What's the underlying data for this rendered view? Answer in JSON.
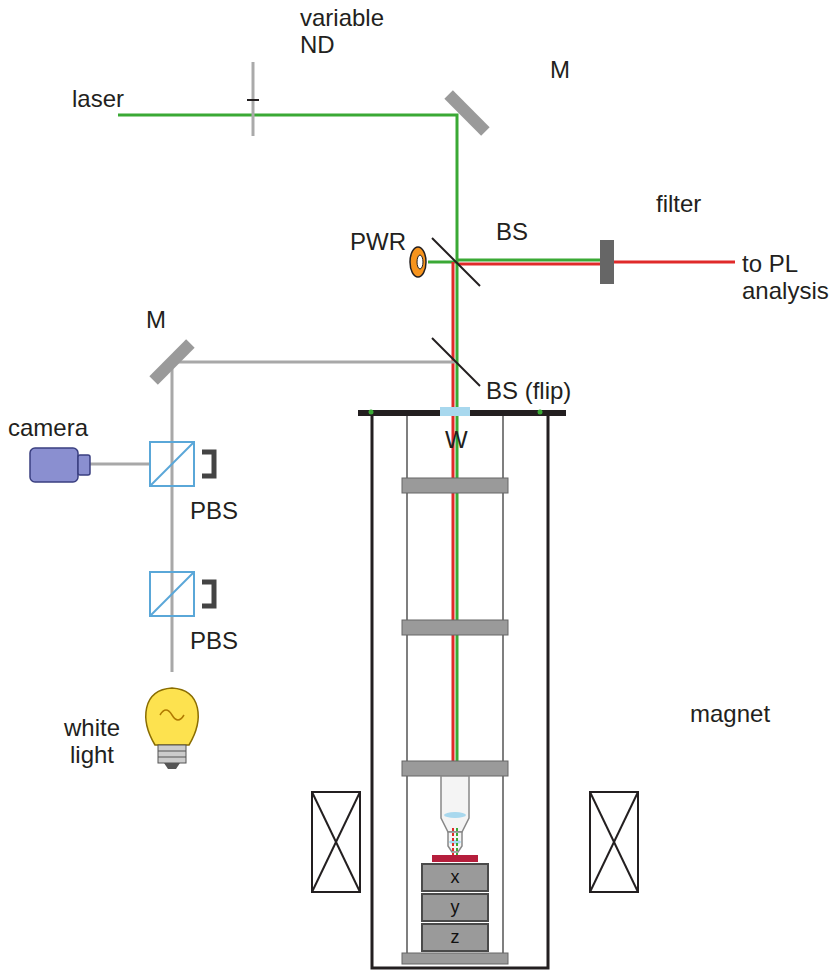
{
  "diagram": {
    "nodes": [
      {
        "text": [
          "x"
        ]
      },
      {
        "text": [
          "y"
        ]
      },
      {
        "text": [
          "z"
        ]
      }
    ],
    "labels": [
      "variable ND",
      "laser",
      "M",
      "BS",
      "filter",
      "PWR",
      "to PL analysis",
      "M",
      "BS (flip)",
      "W",
      "camera",
      "PBS",
      "PBS",
      "magnet",
      "white light"
    ]
  }
}
